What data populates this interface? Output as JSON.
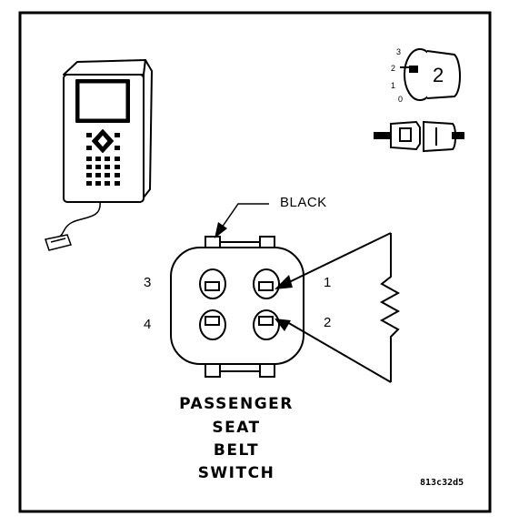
{
  "diagram": {
    "wire_color_label": "BLACK",
    "pin_labels": {
      "pin1": "1",
      "pin2": "2",
      "pin3": "3",
      "pin4": "4"
    },
    "caption_lines": [
      "PASSENGER",
      "SEAT",
      "BELT",
      "SWITCH"
    ],
    "figure_code": "813c32d5",
    "ignition_positions": [
      "3",
      "2",
      "1",
      "0"
    ],
    "key_number": "2"
  }
}
